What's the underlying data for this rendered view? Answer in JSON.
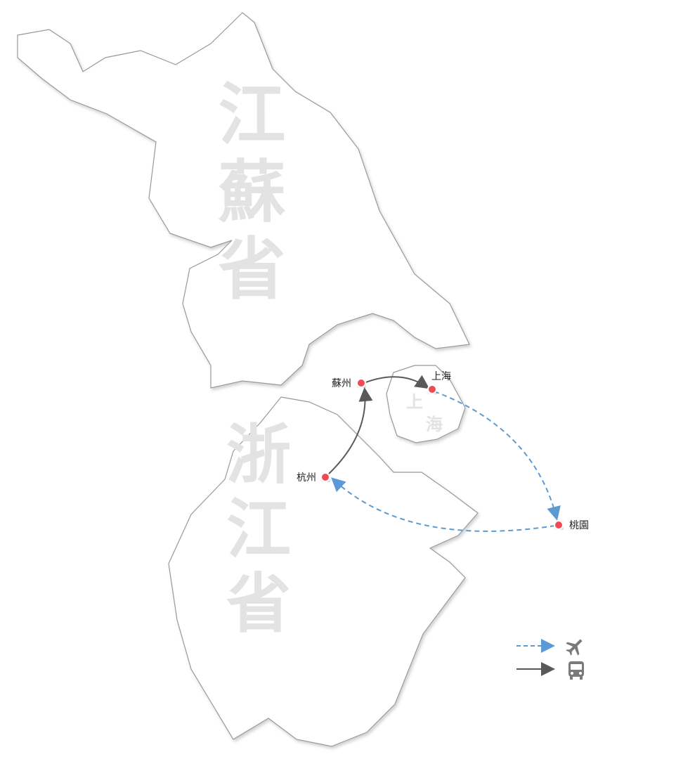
{
  "regions": [
    {
      "name": "江蘇省",
      "chars": [
        "江",
        "蘇",
        "省"
      ]
    },
    {
      "name": "浙江省",
      "chars": [
        "浙",
        "江",
        "省"
      ]
    },
    {
      "name": "上海",
      "chars": [
        "上",
        "海"
      ]
    }
  ],
  "cities": [
    {
      "name": "蘇州"
    },
    {
      "name": "上海"
    },
    {
      "name": "杭州"
    },
    {
      "name": "桃園"
    }
  ],
  "routes": [
    {
      "from": "杭州",
      "to": "蘇州",
      "mode": "bus"
    },
    {
      "from": "蘇州",
      "to": "上海",
      "mode": "bus"
    },
    {
      "from": "上海",
      "to": "桃園",
      "mode": "flight"
    },
    {
      "from": "桃園",
      "to": "杭州",
      "mode": "flight"
    }
  ],
  "legend": [
    {
      "mode": "flight",
      "icon": "airplane-icon",
      "style": "dashed"
    },
    {
      "mode": "bus",
      "icon": "bus-icon",
      "style": "solid"
    }
  ],
  "colors": {
    "flight": "#5b9bd5",
    "bus": "#595959",
    "city_dot": "#f04b55",
    "watermark": "#e3e3e3"
  }
}
